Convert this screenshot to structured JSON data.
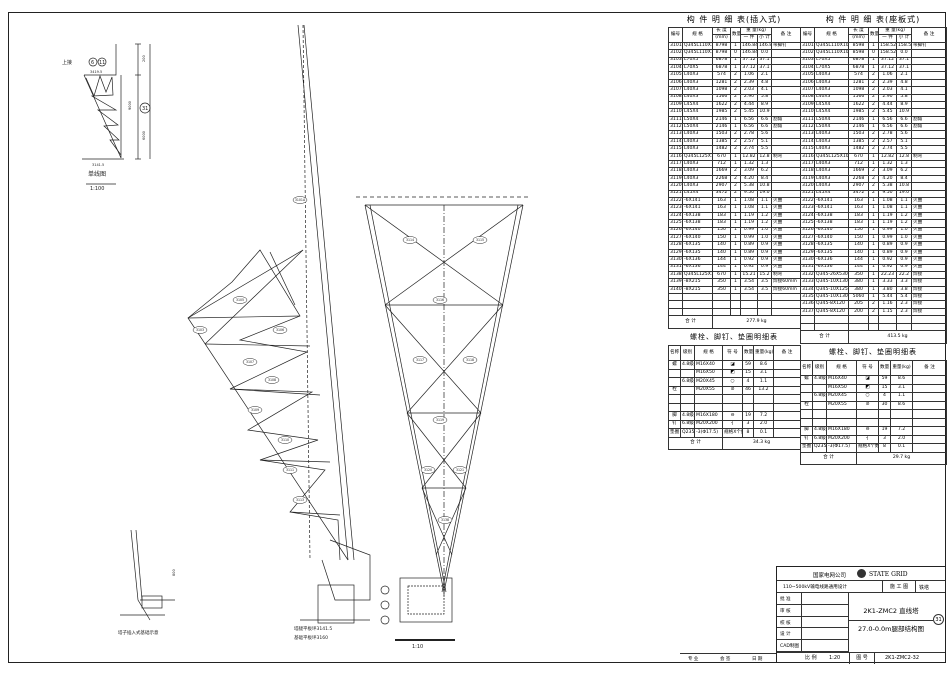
{
  "drawing": {
    "single_line_label": "单线图",
    "single_line_scale": "1:100",
    "upper_link_label": "上接",
    "upper_link_refs": [
      "6",
      "11"
    ],
    "sheet_ref": "31",
    "dims": [
      "3419.5",
      "3141.5",
      "9000",
      "6000",
      "200",
      "800"
    ],
    "leg_level_label": "塔腿平板坪3141.5",
    "foundation_level_label": "基础平板坪3160",
    "insert_foundation_label": "塔子插入式基础示意",
    "detail_scale": "1:10",
    "member_labels": [
      "3101A",
      "3103",
      "3105",
      "3106",
      "3107",
      "3108",
      "3109",
      "3110",
      "3111",
      "3113",
      "3114",
      "3115",
      "3116",
      "3117",
      "3118",
      "3119",
      "3120",
      "3121",
      "3138"
    ]
  },
  "table_left": {
    "title": "构 件 明 细 表(插入式)",
    "headers": {
      "no": "编号",
      "spec": "规 格",
      "len": "长 度",
      "len_unit": "(mm)",
      "qty": "数量",
      "weight": "重 量(kg)",
      "unit_w": "一 件",
      "sub_w": "小 计",
      "note": "备 注"
    },
    "rows": [
      [
        "3101A",
        "Q345L110X10",
        "8798",
        "1",
        "146.84",
        "146.8",
        "带脚钉"
      ],
      [
        "3102A",
        "Q345L110X10",
        "8798",
        "0",
        "146.84",
        "0.0",
        ""
      ],
      [
        "3103",
        "L70X5",
        "6878",
        "1",
        "37.12",
        "37.1",
        ""
      ],
      [
        "3104",
        "L70X5",
        "6878",
        "1",
        "37.12",
        "37.1",
        ""
      ],
      [
        "3105",
        "L40X3",
        "574",
        "2",
        "1.06",
        "2.1",
        ""
      ],
      [
        "3106",
        "L40X3",
        "1281",
        "2",
        "2.39",
        "4.8",
        ""
      ],
      [
        "3107",
        "L40X3",
        "1098",
        "2",
        "2.03",
        "4.1",
        ""
      ],
      [
        "3108",
        "L40X3",
        "1566",
        "2",
        "2.90",
        "5.8",
        ""
      ],
      [
        "3109",
        "L45X4",
        "1622",
        "2",
        "4.44",
        "8.9",
        ""
      ],
      [
        "3110",
        "L45X4",
        "1985",
        "2",
        "5.45",
        "10.9",
        ""
      ],
      [
        "3111",
        "L50X4",
        "2146",
        "1",
        "6.56",
        "6.6",
        "割角"
      ],
      [
        "3112",
        "L50X4",
        "2146",
        "1",
        "6.56",
        "6.6",
        "割角"
      ],
      [
        "3113",
        "L40X3",
        "1503",
        "2",
        "2.78",
        "5.6",
        ""
      ],
      [
        "3114",
        "L40X3",
        "1385",
        "2",
        "2.57",
        "5.1",
        ""
      ],
      [
        "3115",
        "L40X3",
        "1482",
        "2",
        "2.74",
        "5.5",
        ""
      ],
      [
        "3116",
        "Q345L125X10",
        "670",
        "1",
        "12.82",
        "12.8",
        "制弯"
      ],
      [
        "3117",
        "L40X3",
        "712",
        "1",
        "1.32",
        "1.3",
        ""
      ],
      [
        "3118",
        "L40X3",
        "1669",
        "2",
        "3.09",
        "6.2",
        ""
      ],
      [
        "3119",
        "L40X3",
        "2268",
        "2",
        "4.20",
        "8.4",
        ""
      ],
      [
        "3120",
        "L40X3",
        "2907",
        "2",
        "5.38",
        "10.8",
        ""
      ],
      [
        "3121",
        "L45X4",
        "3472",
        "2",
        "9.50",
        "19.0",
        ""
      ],
      [
        "3122",
        "-6X141",
        "163",
        "1",
        "1.08",
        "1.1",
        "火曲"
      ],
      [
        "3123",
        "-6X141",
        "163",
        "1",
        "1.08",
        "1.1",
        "火曲"
      ],
      [
        "3124",
        "-6X138",
        "183",
        "1",
        "1.19",
        "1.2",
        "火曲"
      ],
      [
        "3125",
        "-6X138",
        "183",
        "1",
        "1.19",
        "1.2",
        "火曲"
      ],
      [
        "3126",
        "-6X140",
        "150",
        "1",
        "0.99",
        "1.0",
        "火曲"
      ],
      [
        "3127",
        "-6X140",
        "150",
        "1",
        "0.99",
        "1.0",
        "火曲"
      ],
      [
        "3128",
        "-6X135",
        "140",
        "1",
        "0.89",
        "0.9",
        "火曲"
      ],
      [
        "3129",
        "-6X135",
        "140",
        "1",
        "0.89",
        "0.9",
        "火曲"
      ],
      [
        "3130",
        "-6X136",
        "144",
        "1",
        "0.92",
        "0.9",
        "火曲"
      ],
      [
        "3131",
        "-6X136",
        "144",
        "1",
        "0.92",
        "0.9",
        "火曲"
      ],
      [
        "3138",
        "Q345L125X12",
        "670",
        "1",
        "15.21",
        "15.2",
        "制弯"
      ],
      [
        "3139",
        "-8X215",
        "350",
        "1",
        "3.54",
        "3.5",
        "焊接60mm"
      ],
      [
        "3140",
        "-8X215",
        "350",
        "1",
        "3.54",
        "3.5",
        "焊接60mm"
      ]
    ],
    "blank_rows": 3,
    "total_label": "合 计",
    "total_value": "277.9 kg"
  },
  "table_right": {
    "title": "构 件 明 细 表(座板式)",
    "headers": {
      "no": "编号",
      "spec": "规 格",
      "len": "长 度",
      "len_unit": "(mm)",
      "qty": "数量",
      "weight": "重 量(kg)",
      "unit_w": "一 件",
      "sub_w": "小 计",
      "note": "备 注"
    },
    "rows": [
      [
        "3101",
        "Q345L110X10",
        "8598",
        "1",
        "158.52",
        "158.5",
        "带脚钉"
      ],
      [
        "3102",
        "Q345L110X10",
        "8598",
        "0",
        "158.52",
        "0.0",
        ""
      ],
      [
        "3103",
        "L70X5",
        "6878",
        "1",
        "37.12",
        "37.1",
        ""
      ],
      [
        "3104",
        "L70X5",
        "6878",
        "1",
        "37.12",
        "37.1",
        ""
      ],
      [
        "3105",
        "L40X3",
        "574",
        "2",
        "1.06",
        "2.1",
        ""
      ],
      [
        "3106",
        "L40X3",
        "1281",
        "2",
        "2.39",
        "4.8",
        ""
      ],
      [
        "3107",
        "L40X3",
        "1098",
        "2",
        "2.03",
        "4.1",
        ""
      ],
      [
        "3108",
        "L40X3",
        "1566",
        "2",
        "2.90",
        "5.8",
        ""
      ],
      [
        "3109",
        "L45X4",
        "1622",
        "2",
        "4.44",
        "8.9",
        ""
      ],
      [
        "3110",
        "L45X4",
        "1985",
        "2",
        "5.45",
        "10.9",
        ""
      ],
      [
        "3111",
        "L50X4",
        "2146",
        "1",
        "6.56",
        "6.6",
        "割角"
      ],
      [
        "3112",
        "L50X4",
        "2146",
        "1",
        "6.56",
        "6.6",
        "割角"
      ],
      [
        "3113",
        "L40X3",
        "1503",
        "2",
        "2.78",
        "5.6",
        ""
      ],
      [
        "3114",
        "L40X3",
        "1385",
        "2",
        "2.57",
        "5.1",
        ""
      ],
      [
        "3115",
        "L40X3",
        "1482",
        "2",
        "2.74",
        "5.5",
        ""
      ],
      [
        "3116",
        "Q345L125X10",
        "670",
        "1",
        "12.82",
        "12.8",
        "制弯"
      ],
      [
        "3117",
        "L40X3",
        "712",
        "1",
        "1.32",
        "1.3",
        ""
      ],
      [
        "3118",
        "L40X3",
        "1669",
        "2",
        "3.09",
        "6.2",
        ""
      ],
      [
        "3119",
        "L40X3",
        "2268",
        "2",
        "4.20",
        "8.4",
        ""
      ],
      [
        "3120",
        "L40X3",
        "2907",
        "2",
        "5.38",
        "10.8",
        ""
      ],
      [
        "3121",
        "L45X4",
        "3472",
        "2",
        "9.50",
        "19.0",
        ""
      ],
      [
        "3122",
        "-6X141",
        "163",
        "1",
        "1.08",
        "1.1",
        "火曲"
      ],
      [
        "3123",
        "-6X141",
        "163",
        "1",
        "1.08",
        "1.1",
        "火曲"
      ],
      [
        "3124",
        "-6X138",
        "183",
        "1",
        "1.19",
        "1.2",
        "火曲"
      ],
      [
        "3125",
        "-6X138",
        "183",
        "1",
        "1.19",
        "1.2",
        "火曲"
      ],
      [
        "3126",
        "-6X140",
        "150",
        "1",
        "0.99",
        "1.0",
        "火曲"
      ],
      [
        "3127",
        "-6X140",
        "150",
        "1",
        "0.99",
        "1.0",
        "火曲"
      ],
      [
        "3128",
        "-6X135",
        "140",
        "1",
        "0.89",
        "0.9",
        "火曲"
      ],
      [
        "3129",
        "-6X135",
        "140",
        "1",
        "0.89",
        "0.9",
        "火曲"
      ],
      [
        "3130",
        "-6X136",
        "144",
        "1",
        "0.92",
        "0.9",
        "火曲"
      ],
      [
        "3131",
        "-6X136",
        "144",
        "1",
        "0.92",
        "0.9",
        "火曲"
      ],
      [
        "3132",
        "Q345-26X530",
        "350",
        "1",
        "22.23",
        "22.2",
        "焊接"
      ],
      [
        "3133",
        "Q345-10X130",
        "380",
        "1",
        "3.33",
        "3.3",
        "焊接"
      ],
      [
        "3134",
        "Q345-10X125",
        "380",
        "1",
        "3.80",
        "3.8",
        "焊接"
      ],
      [
        "3135",
        "Q345-10X130",
        "5060",
        "1",
        "5.44",
        "5.4",
        "焊接"
      ],
      [
        "3136",
        "Q345-8X120",
        "205",
        "2",
        "1.16",
        "2.3",
        "焊接"
      ],
      [
        "3137",
        "Q345-8X120",
        "200",
        "2",
        "1.15",
        "2.3",
        "焊接"
      ]
    ],
    "blank_rows": 2,
    "total_label": "合 计",
    "total_value": "413.5 kg"
  },
  "bolts_left": {
    "title": "螺栓、脚钉、垫圈明细表",
    "headers": [
      "名称",
      "级别",
      "规 格",
      "符 号",
      "数量",
      "重量(kg)",
      "备 注"
    ],
    "rows": [
      [
        "螺",
        "4.8级",
        "M16X40",
        "◪",
        "59",
        "8.6",
        ""
      ],
      [
        "",
        "",
        "M16X50",
        "◩",
        "15",
        "3.1",
        ""
      ],
      [
        "",
        "6.8级",
        "M20X45",
        "○",
        "4",
        "1.1",
        ""
      ],
      [
        "栓",
        "",
        "M20X55",
        "⊘",
        "46",
        "13.2",
        ""
      ],
      [
        "",
        "",
        "",
        "",
        "",
        "",
        ""
      ],
      [
        "",
        "",
        "",
        "",
        "",
        "",
        ""
      ],
      [
        "脚",
        "4.8级",
        "M16X180",
        "⊖",
        "19",
        "7.2",
        ""
      ],
      [
        "钉",
        "6.8级",
        "M20X200",
        "┤",
        "3",
        "2.0",
        ""
      ],
      [
        "垫圈",
        "Q235",
        "-3(Φ17.5)",
        "规格X个数",
        "8",
        "0.1",
        ""
      ]
    ],
    "total_label": "合 计",
    "total_value": "34.3 kg"
  },
  "bolts_right": {
    "title": "螺栓、脚钉、垫圈明细表",
    "headers": [
      "名称",
      "级别",
      "规 格",
      "符 号",
      "数量",
      "重量(kg)",
      "备 注"
    ],
    "rows": [
      [
        "螺",
        "4.8级",
        "M16X40",
        "◪",
        "59",
        "8.6",
        ""
      ],
      [
        "",
        "",
        "M16X50",
        "◩",
        "15",
        "3.1",
        ""
      ],
      [
        "",
        "6.8级",
        "M20X45",
        "○",
        "4",
        "1.1",
        ""
      ],
      [
        "栓",
        "",
        "M20X55",
        "⊘",
        "30",
        "8.6",
        ""
      ],
      [
        "",
        "",
        "",
        "",
        "",
        "",
        ""
      ],
      [
        "",
        "",
        "",
        "",
        "",
        "",
        ""
      ],
      [
        "脚",
        "4.8级",
        "M16X180",
        "⊖",
        "19",
        "7.2",
        ""
      ],
      [
        "钉",
        "6.8级",
        "M20X200",
        "┤",
        "3",
        "2.0",
        ""
      ],
      [
        "垫圈",
        "Q235",
        "-3(Φ17.5)",
        "规格X个数",
        "8",
        "0.1",
        ""
      ]
    ],
    "total_label": "合 计",
    "total_value": "29.7 kg"
  },
  "title_block": {
    "company": "国家电网公司",
    "brand": "STATE GRID",
    "project": "110~500kV输电线路通用设计",
    "stage": "施 工 图",
    "category": "铁塔",
    "roles": [
      "批 准",
      "审 核",
      "校 核",
      "设 计",
      "CAD制图"
    ],
    "drawing_title_1": "2K1-ZMC2 直线塔",
    "drawing_title_2": "27.0-0.0m腿部结构图",
    "drawing_ref": "31",
    "scale_label": "比 例",
    "scale": "1:20",
    "drawing_no_label": "图 号",
    "drawing_no": "2K1-ZMC2-32"
  },
  "bottom_strip": [
    "专 业",
    "会 签",
    "日 期"
  ]
}
